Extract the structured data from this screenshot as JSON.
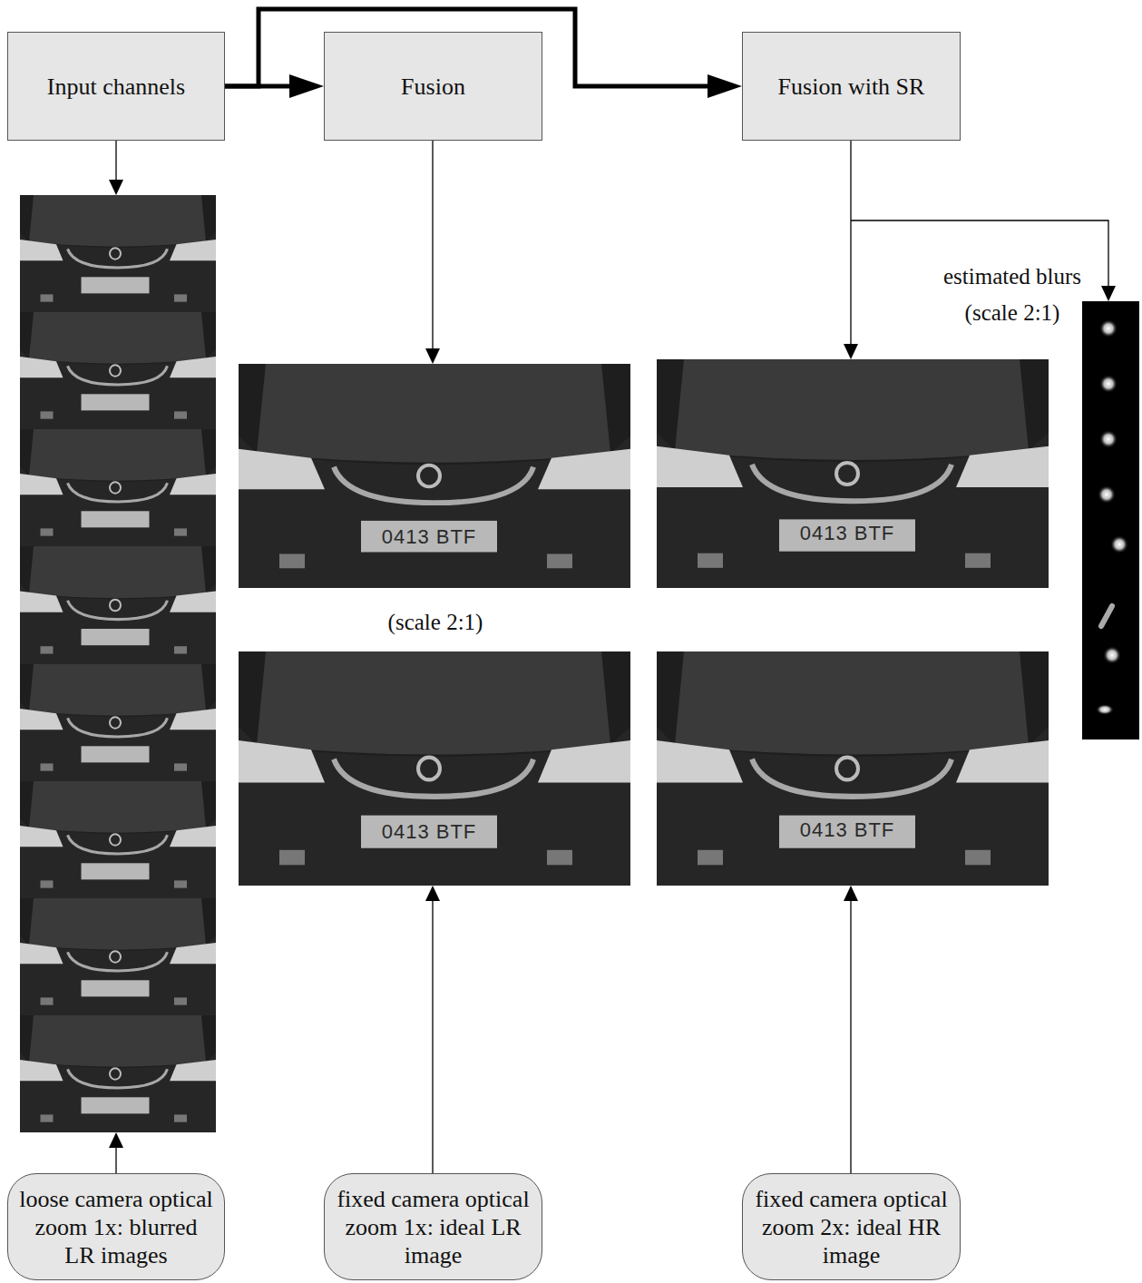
{
  "diagram": {
    "nodes": [
      {
        "text": [
          "Input channels"
        ]
      },
      {
        "text": [
          "Fusion"
        ]
      },
      {
        "text": [
          "Fusion with SR"
        ]
      },
      {
        "text": [
          "loose camera optical zoom 1x: blurred LR images"
        ]
      },
      {
        "text": [
          "fixed camera optical zoom 1x: ideal LR image"
        ]
      },
      {
        "text": [
          "fixed camera optical zoom 2x: ideal HR image"
        ]
      }
    ],
    "edges": [
      {
        "from": 0,
        "to": 1,
        "arrow": "to"
      },
      {
        "from": 0,
        "to": 2,
        "arrow": "to"
      }
    ],
    "labels": [
      "estimated blurs (scale 2:1)",
      "(scale 2:1)",
      "0413 BTF",
      "0413 BTF",
      "0413 BTF",
      "0413 BTF"
    ]
  }
}
